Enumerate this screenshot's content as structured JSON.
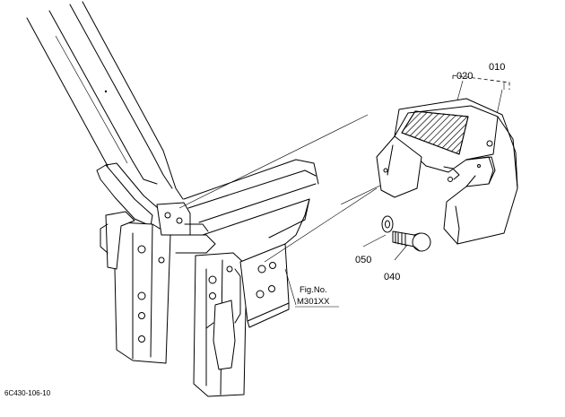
{
  "figure_code": "6C430-106-10",
  "callouts": {
    "part_010": "010",
    "part_020": "020",
    "part_040": "040",
    "part_050": "050"
  },
  "figure_reference": {
    "line1": "Fig.No.",
    "line2": "M301XX"
  }
}
